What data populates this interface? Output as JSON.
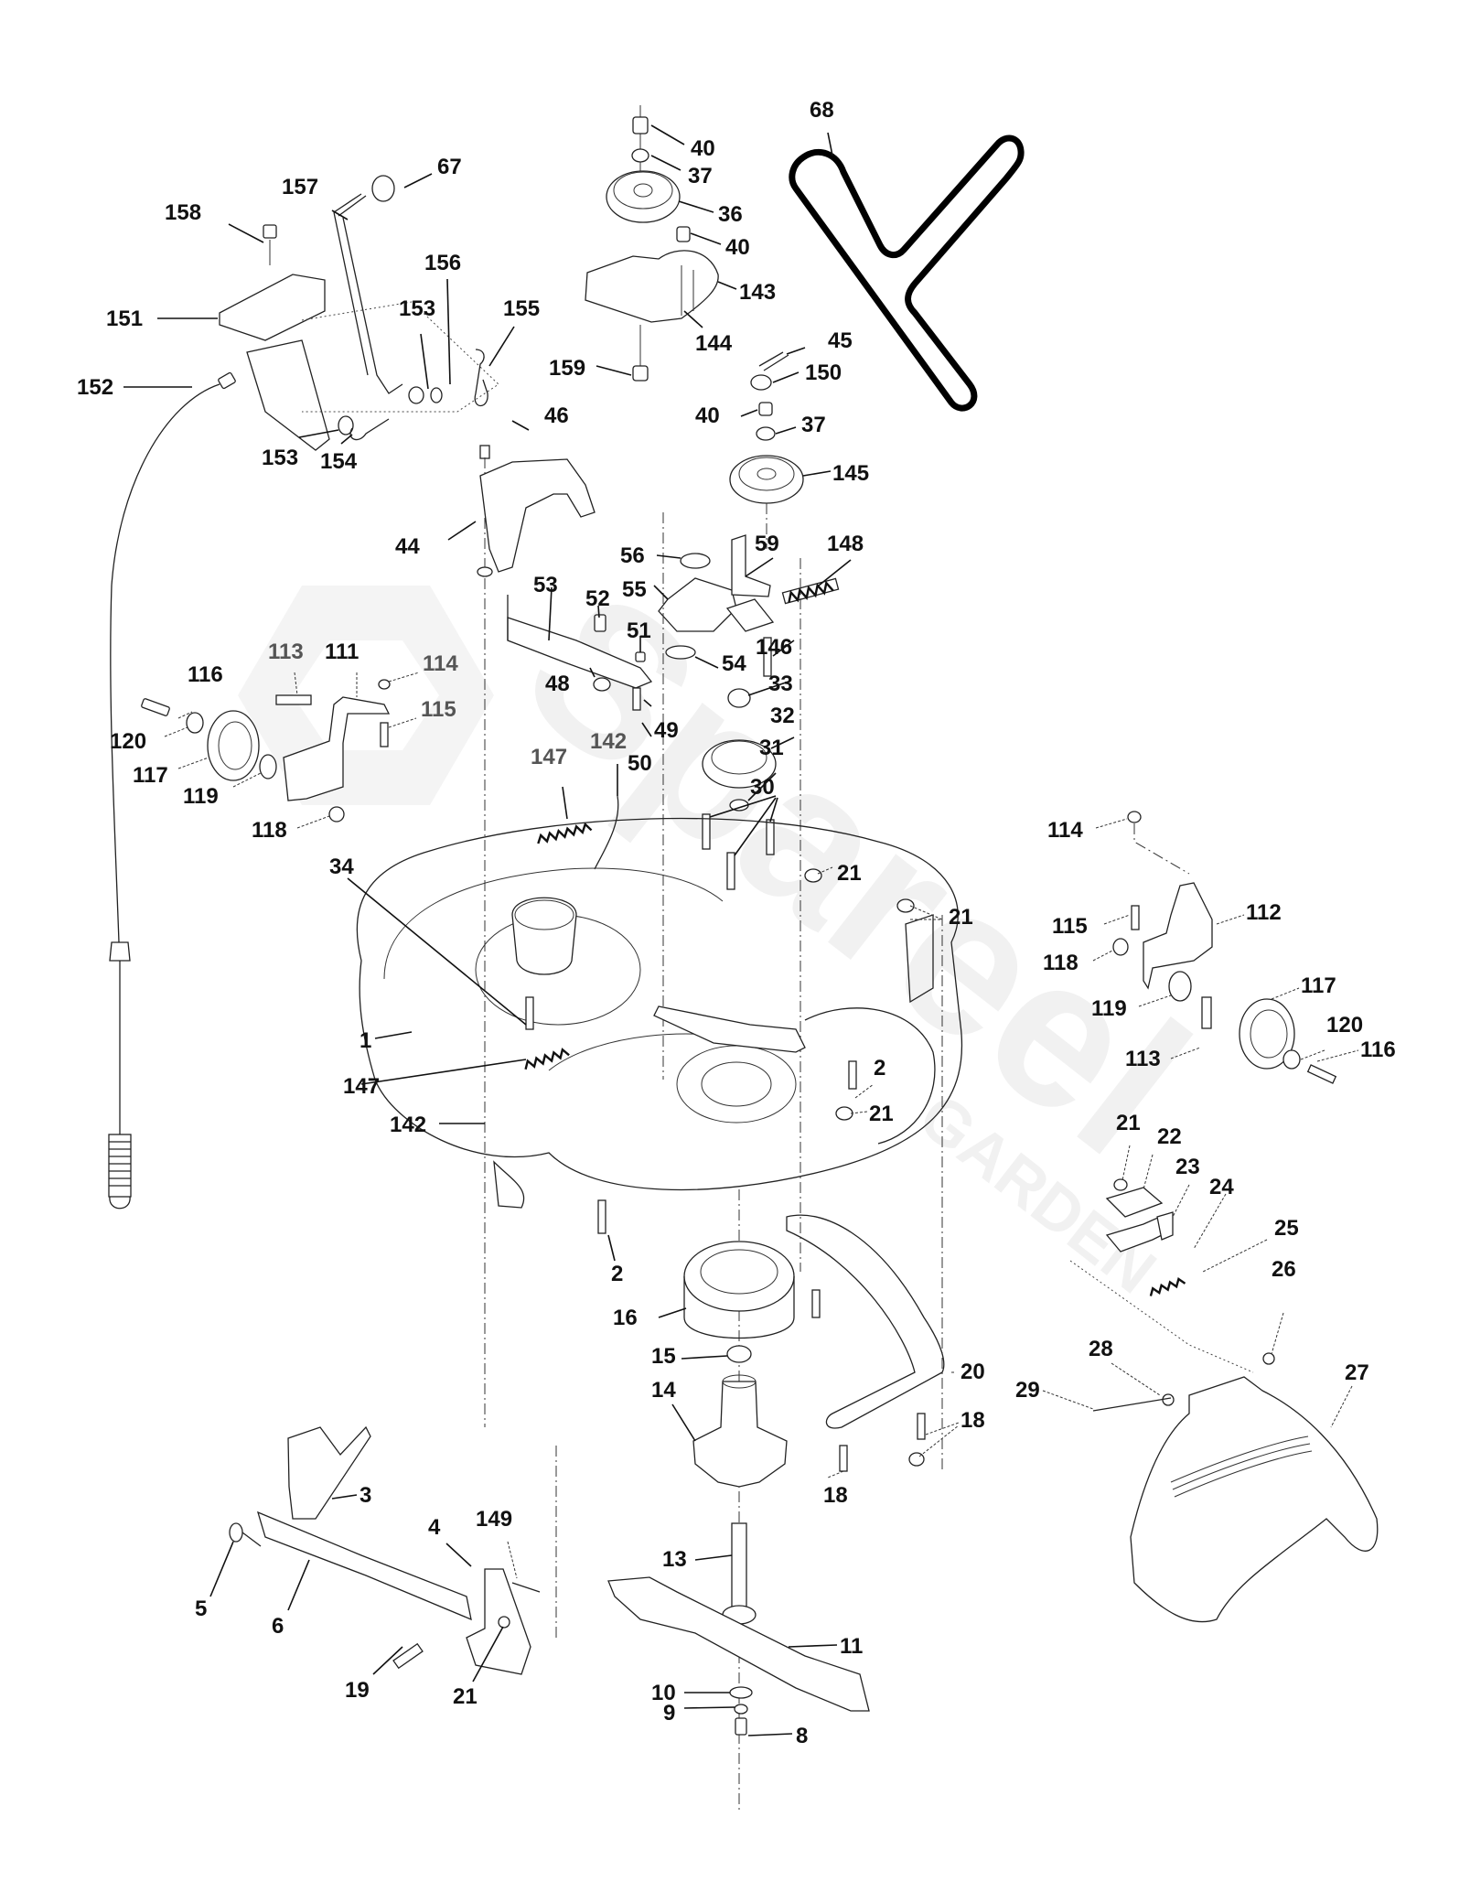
{
  "diagram": {
    "type": "exploded-parts-diagram",
    "subject": "Mower deck assembly",
    "watermark": {
      "brand": "Spareel",
      "sub": "GARDEN"
    },
    "labels": [
      {
        "id": "l40a",
        "text": "40"
      },
      {
        "id": "l37a",
        "text": "37"
      },
      {
        "id": "l36",
        "text": "36"
      },
      {
        "id": "l40b",
        "text": "40"
      },
      {
        "id": "l143",
        "text": "143"
      },
      {
        "id": "l144",
        "text": "144"
      },
      {
        "id": "l159",
        "text": "159"
      },
      {
        "id": "l68",
        "text": "68"
      },
      {
        "id": "l67",
        "text": "67"
      },
      {
        "id": "l157",
        "text": "157"
      },
      {
        "id": "l158",
        "text": "158"
      },
      {
        "id": "l156",
        "text": "156"
      },
      {
        "id": "l153a",
        "text": "153"
      },
      {
        "id": "l155",
        "text": "155"
      },
      {
        "id": "l151",
        "text": "151"
      },
      {
        "id": "l152",
        "text": "152"
      },
      {
        "id": "l153b",
        "text": "153"
      },
      {
        "id": "l154",
        "text": "154"
      },
      {
        "id": "l45",
        "text": "45"
      },
      {
        "id": "l150",
        "text": "150"
      },
      {
        "id": "l40c",
        "text": "40"
      },
      {
        "id": "l37b",
        "text": "37"
      },
      {
        "id": "l145",
        "text": "145"
      },
      {
        "id": "l46",
        "text": "46"
      },
      {
        "id": "l44",
        "text": "44"
      },
      {
        "id": "l56",
        "text": "56"
      },
      {
        "id": "l59",
        "text": "59"
      },
      {
        "id": "l148",
        "text": "148"
      },
      {
        "id": "l53",
        "text": "53"
      },
      {
        "id": "l52",
        "text": "52"
      },
      {
        "id": "l55",
        "text": "55"
      },
      {
        "id": "l51",
        "text": "51"
      },
      {
        "id": "l146",
        "text": "146"
      },
      {
        "id": "l54",
        "text": "54"
      },
      {
        "id": "l33",
        "text": "33"
      },
      {
        "id": "l48",
        "text": "48"
      },
      {
        "id": "l49",
        "text": "49"
      },
      {
        "id": "l50",
        "text": "50"
      },
      {
        "id": "l32",
        "text": "32"
      },
      {
        "id": "l31",
        "text": "31"
      },
      {
        "id": "l30",
        "text": "30"
      },
      {
        "id": "l142a",
        "text": "142"
      },
      {
        "id": "l147a",
        "text": "147"
      },
      {
        "id": "l116a",
        "text": "116"
      },
      {
        "id": "l113a",
        "text": "113"
      },
      {
        "id": "l111",
        "text": "111"
      },
      {
        "id": "l114a",
        "text": "114"
      },
      {
        "id": "l115a",
        "text": "115"
      },
      {
        "id": "l120a",
        "text": "120"
      },
      {
        "id": "l117a",
        "text": "117"
      },
      {
        "id": "l119a",
        "text": "119"
      },
      {
        "id": "l118a",
        "text": "118"
      },
      {
        "id": "l34",
        "text": "34"
      },
      {
        "id": "l21a",
        "text": "21"
      },
      {
        "id": "l21b",
        "text": "21"
      },
      {
        "id": "l1",
        "text": "1"
      },
      {
        "id": "l147b",
        "text": "147"
      },
      {
        "id": "l142b",
        "text": "142"
      },
      {
        "id": "l2a",
        "text": "2"
      },
      {
        "id": "l21c",
        "text": "21"
      },
      {
        "id": "l114b",
        "text": "114"
      },
      {
        "id": "l112",
        "text": "112"
      },
      {
        "id": "l115b",
        "text": "115"
      },
      {
        "id": "l118b",
        "text": "118"
      },
      {
        "id": "l119b",
        "text": "119"
      },
      {
        "id": "l117b",
        "text": "117"
      },
      {
        "id": "l113b",
        "text": "113"
      },
      {
        "id": "l120b",
        "text": "120"
      },
      {
        "id": "l116b",
        "text": "116"
      },
      {
        "id": "l21d",
        "text": "21"
      },
      {
        "id": "l22",
        "text": "22"
      },
      {
        "id": "l23",
        "text": "23"
      },
      {
        "id": "l24",
        "text": "24"
      },
      {
        "id": "l25",
        "text": "25"
      },
      {
        "id": "l26",
        "text": "26"
      },
      {
        "id": "l27",
        "text": "27"
      },
      {
        "id": "l28",
        "text": "28"
      },
      {
        "id": "l29",
        "text": "29"
      },
      {
        "id": "l2b",
        "text": "2"
      },
      {
        "id": "l16",
        "text": "16"
      },
      {
        "id": "l15",
        "text": "15"
      },
      {
        "id": "l14",
        "text": "14"
      },
      {
        "id": "l20",
        "text": "20"
      },
      {
        "id": "l18a",
        "text": "18"
      },
      {
        "id": "l18b",
        "text": "18"
      },
      {
        "id": "l3",
        "text": "3"
      },
      {
        "id": "l4",
        "text": "4"
      },
      {
        "id": "l149",
        "text": "149"
      },
      {
        "id": "l5",
        "text": "5"
      },
      {
        "id": "l6",
        "text": "6"
      },
      {
        "id": "l19",
        "text": "19"
      },
      {
        "id": "l21e",
        "text": "21"
      },
      {
        "id": "l13",
        "text": "13"
      },
      {
        "id": "l11",
        "text": "11"
      },
      {
        "id": "l10",
        "text": "10"
      },
      {
        "id": "l9",
        "text": "9"
      },
      {
        "id": "l8",
        "text": "8"
      }
    ]
  }
}
